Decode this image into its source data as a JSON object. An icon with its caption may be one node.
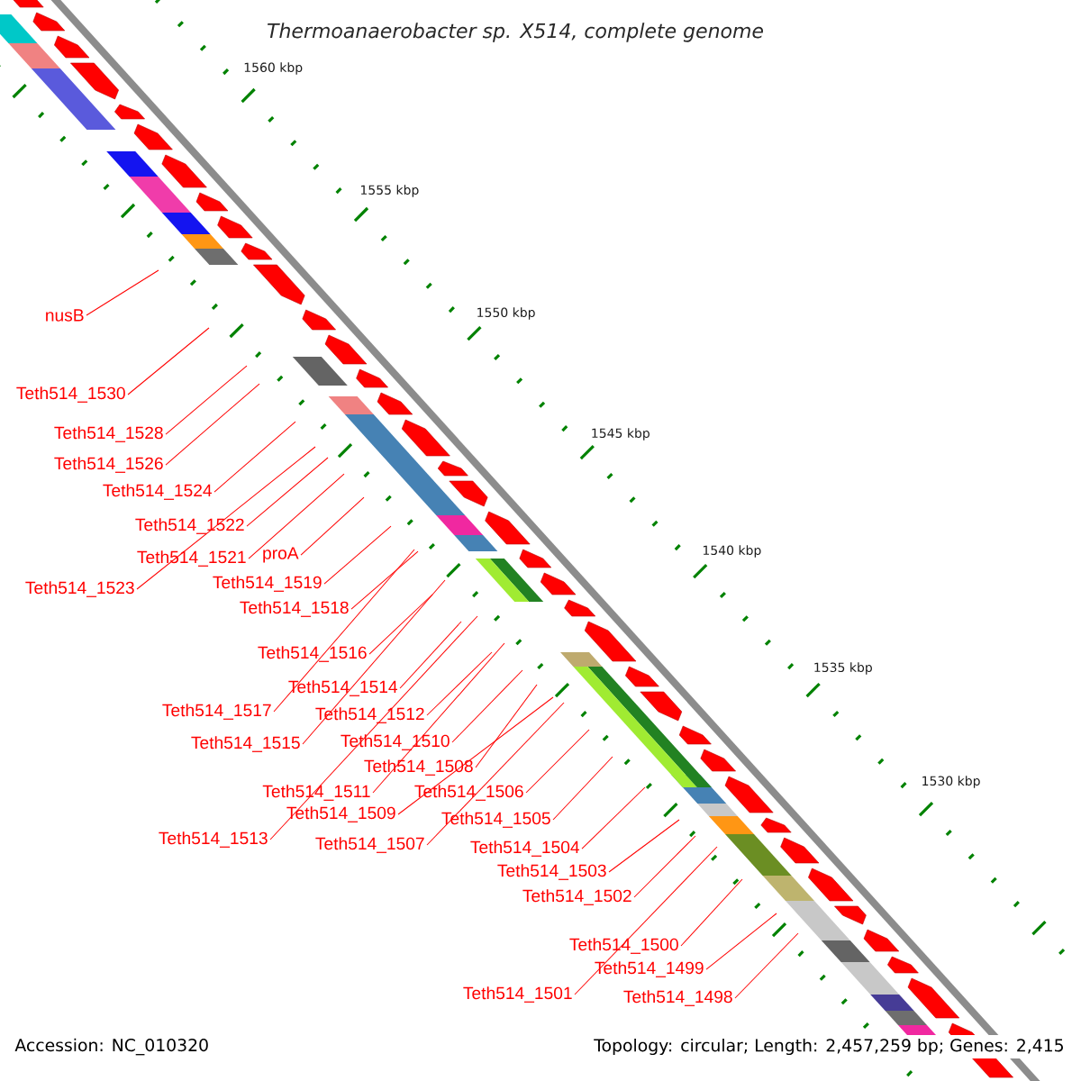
{
  "diagram": {
    "title": "Thermoanaerobacter sp. X514, complete genome",
    "nodes": [
      {
        "text": [
          "nusB"
        ]
      },
      {
        "text": [
          "Teth514_1530"
        ]
      },
      {
        "text": [
          "Teth514_1528"
        ]
      },
      {
        "text": [
          "Teth514_1526"
        ]
      },
      {
        "text": [
          "Teth514_1524"
        ]
      },
      {
        "text": [
          "Teth514_1522"
        ]
      },
      {
        "text": [
          "Teth514_1521"
        ]
      },
      {
        "text": [
          "proA"
        ]
      },
      {
        "text": [
          "Teth514_1519"
        ]
      },
      {
        "text": [
          "Teth514_1523"
        ]
      },
      {
        "text": [
          "Teth514_1518"
        ]
      },
      {
        "text": [
          "Teth514_1516"
        ]
      },
      {
        "text": [
          "Teth514_1514"
        ]
      },
      {
        "text": [
          "Teth514_1517"
        ]
      },
      {
        "text": [
          "Teth514_1512"
        ]
      },
      {
        "text": [
          "Teth514_1510"
        ]
      },
      {
        "text": [
          "Teth514_1515"
        ]
      },
      {
        "text": [
          "Teth514_1508"
        ]
      },
      {
        "text": [
          "Teth514_1511"
        ]
      },
      {
        "text": [
          "Teth514_1506"
        ]
      },
      {
        "text": [
          "Teth514_1509"
        ]
      },
      {
        "text": [
          "Teth514_1505"
        ]
      },
      {
        "text": [
          "Teth514_1513"
        ]
      },
      {
        "text": [
          "Teth514_1507"
        ]
      },
      {
        "text": [
          "Teth514_1504"
        ]
      },
      {
        "text": [
          "Teth514_1503"
        ]
      },
      {
        "text": [
          "Teth514_1502"
        ]
      },
      {
        "text": [
          "Teth514_1500"
        ]
      },
      {
        "text": [
          "Teth514_1499"
        ]
      },
      {
        "text": [
          "Teth514_1501"
        ]
      },
      {
        "text": [
          "Teth514_1498"
        ]
      }
    ],
    "edges": [
      {
        "from": 0,
        "to": null,
        "arrow": "none"
      },
      {
        "from": 1,
        "to": null,
        "arrow": "none"
      },
      {
        "from": 2,
        "to": null,
        "arrow": "none"
      },
      {
        "from": 3,
        "to": null,
        "arrow": "none"
      },
      {
        "from": 4,
        "to": null,
        "arrow": "none"
      },
      {
        "from": 5,
        "to": null,
        "arrow": "none"
      },
      {
        "from": 6,
        "to": null,
        "arrow": "none"
      },
      {
        "from": 7,
        "to": null,
        "arrow": "none"
      },
      {
        "from": 8,
        "to": null,
        "arrow": "none"
      },
      {
        "from": 9,
        "to": null,
        "arrow": "none"
      },
      {
        "from": 10,
        "to": null,
        "arrow": "none"
      },
      {
        "from": 11,
        "to": null,
        "arrow": "none"
      },
      {
        "from": 12,
        "to": null,
        "arrow": "none"
      },
      {
        "from": 13,
        "to": null,
        "arrow": "none"
      },
      {
        "from": 14,
        "to": null,
        "arrow": "none"
      },
      {
        "from": 15,
        "to": null,
        "arrow": "none"
      },
      {
        "from": 16,
        "to": null,
        "arrow": "none"
      },
      {
        "from": 17,
        "to": null,
        "arrow": "none"
      },
      {
        "from": 18,
        "to": null,
        "arrow": "none"
      },
      {
        "from": 19,
        "to": null,
        "arrow": "none"
      },
      {
        "from": 20,
        "to": null,
        "arrow": "none"
      },
      {
        "from": 21,
        "to": null,
        "arrow": "none"
      },
      {
        "from": 22,
        "to": null,
        "arrow": "none"
      },
      {
        "from": 23,
        "to": null,
        "arrow": "none"
      },
      {
        "from": 24,
        "to": null,
        "arrow": "none"
      },
      {
        "from": 25,
        "to": null,
        "arrow": "none"
      },
      {
        "from": 26,
        "to": null,
        "arrow": "none"
      },
      {
        "from": 27,
        "to": null,
        "arrow": "none"
      },
      {
        "from": 28,
        "to": null,
        "arrow": "none"
      },
      {
        "from": 29,
        "to": null,
        "arrow": "none"
      },
      {
        "from": 30,
        "to": null,
        "arrow": "none"
      }
    ],
    "labels": [
      "1560 kbp",
      "1555 kbp",
      "1550 kbp",
      "1545 kbp",
      "1540 kbp",
      "1535 kbp",
      "1530 kbp",
      "Accession: NC_010320",
      "Topology: circular; Length: 2,457,259 bp; Genes: 2,415"
    ]
  }
}
